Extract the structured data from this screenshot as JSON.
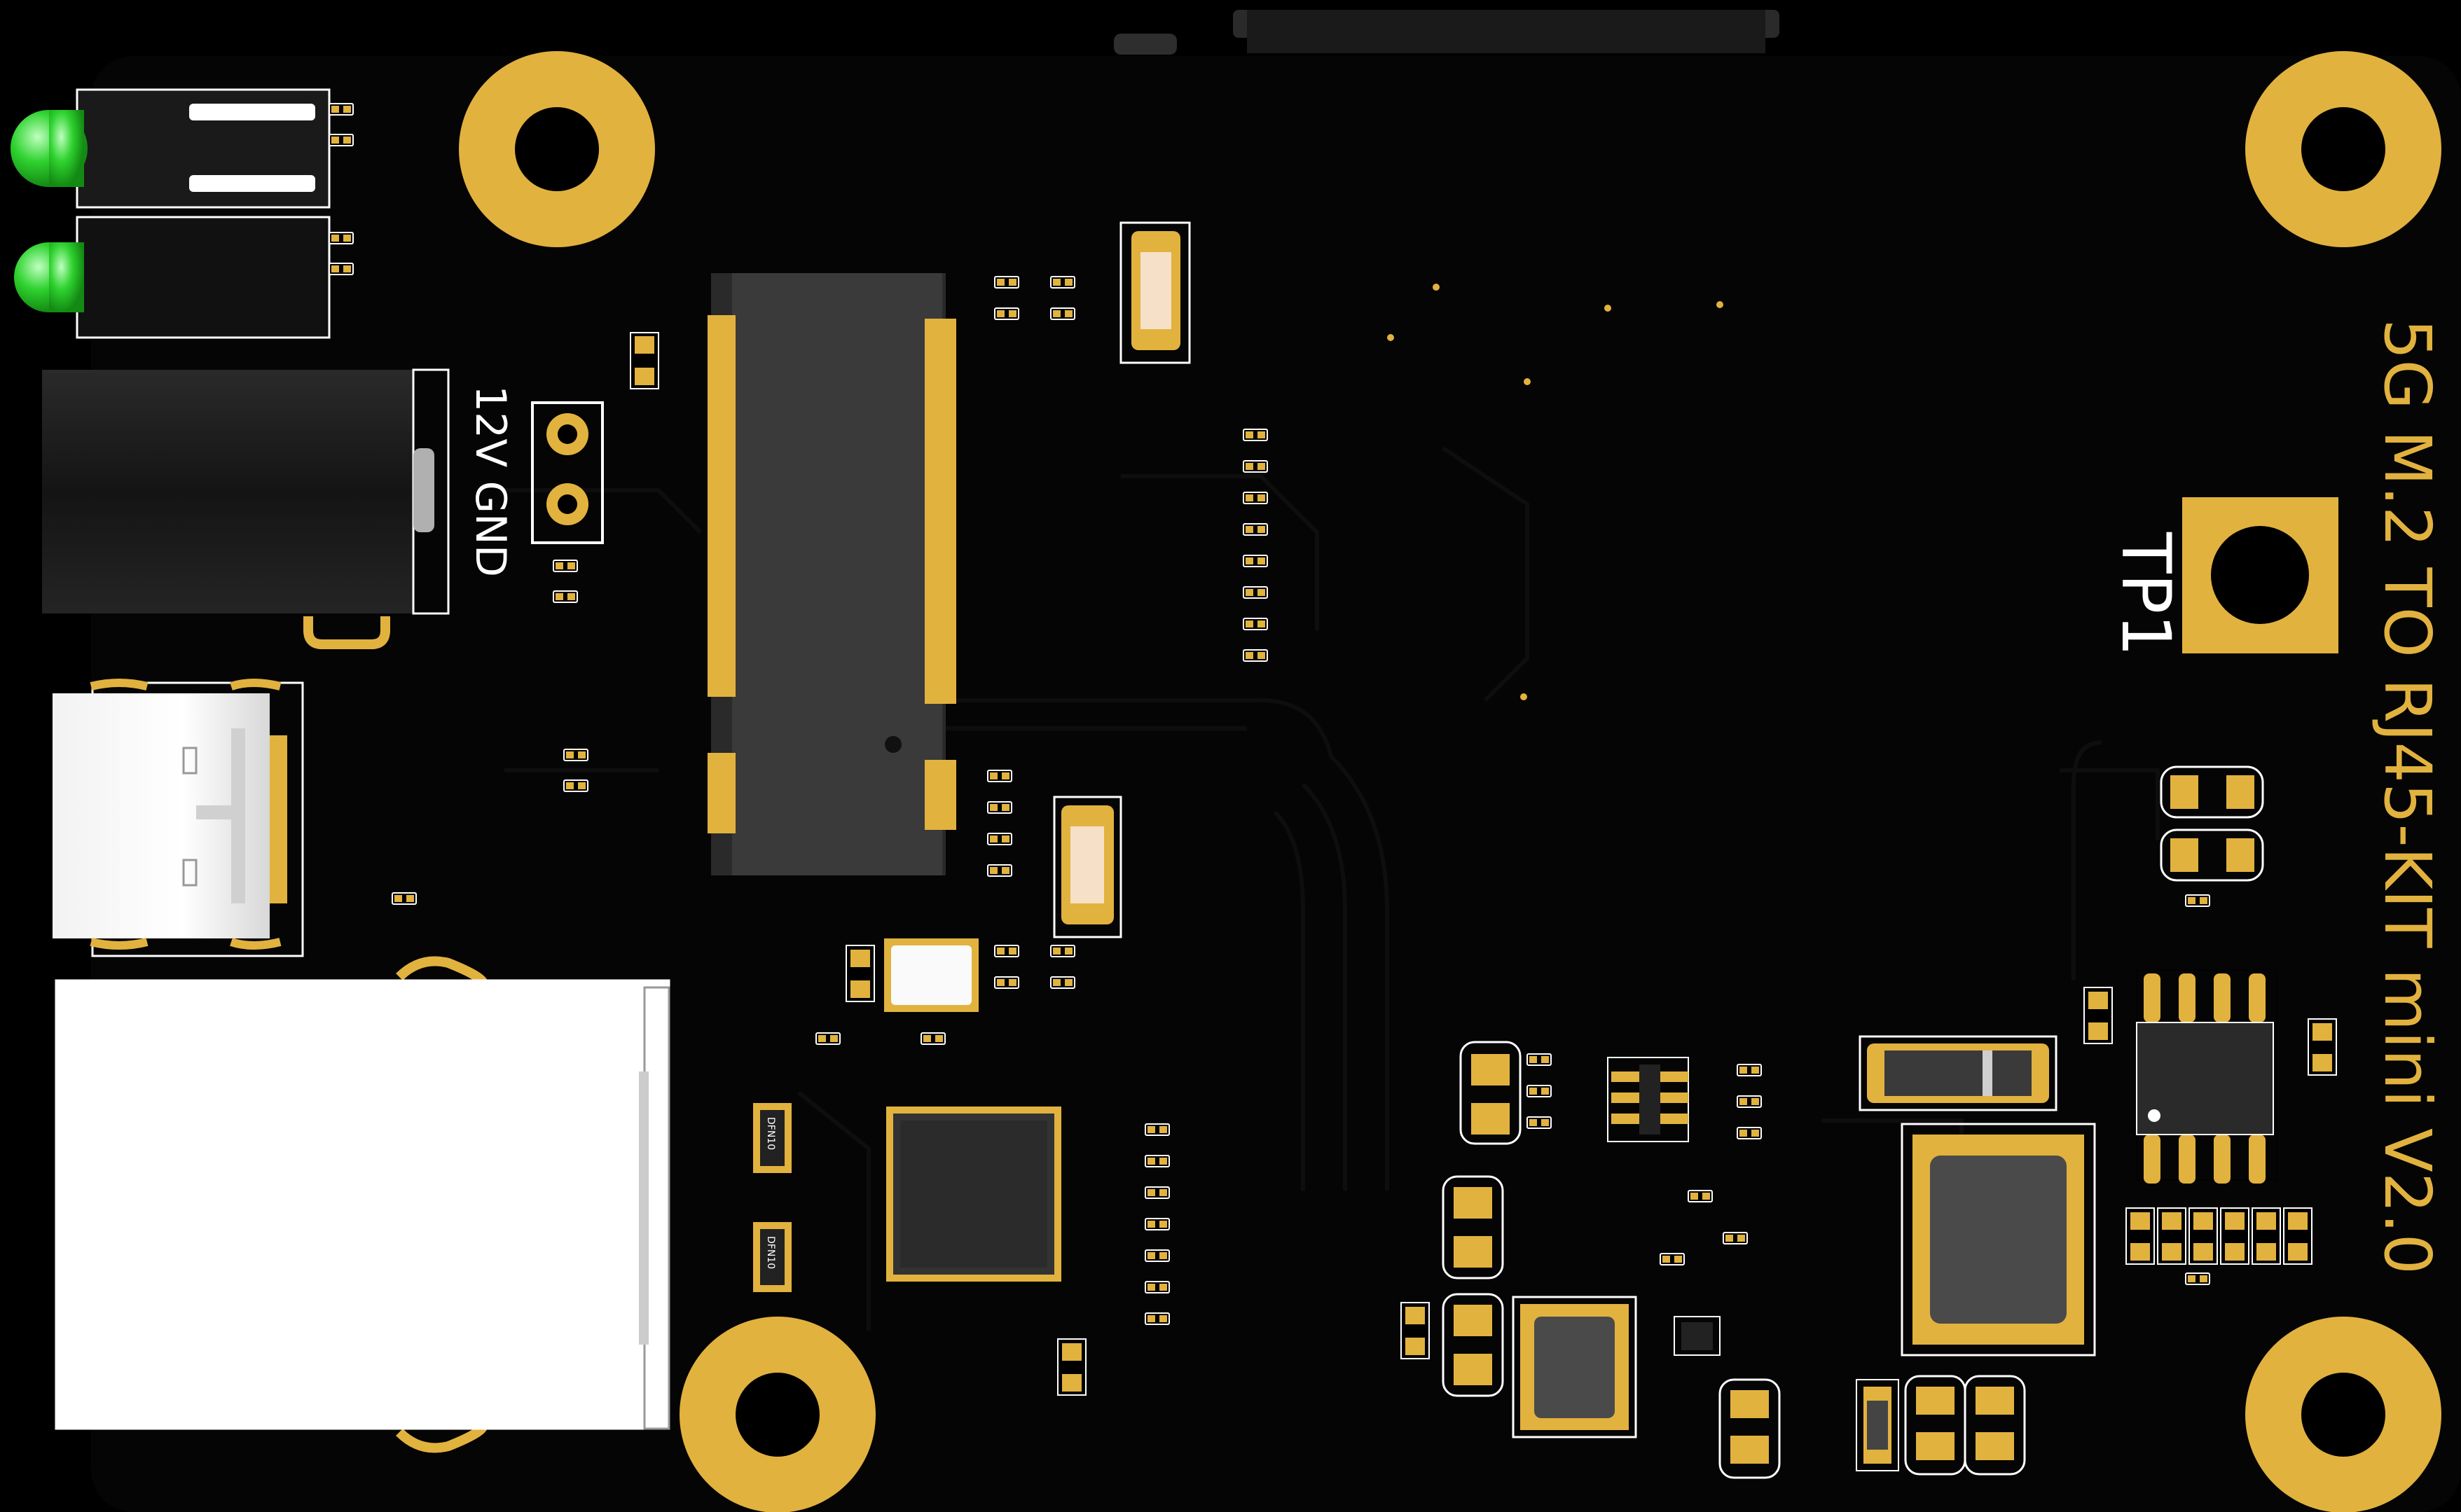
{
  "board": {
    "title": "5G M.2 TO RJ45-KIT mini V2.0",
    "colors": {
      "background": "#000000",
      "solder_mask": "#050505",
      "trace": "#0d0d0d",
      "gold": "#e2b23f",
      "silk": "#ffffff",
      "led_green": "#2fd22f",
      "connector_dark": "#1c1c1c"
    }
  },
  "labels": {
    "power_header": "12V GND",
    "test_point": "TP1",
    "chip_a": "DFN10",
    "chip_b": "DFN10"
  },
  "components": {
    "mounting_holes": [
      "mounting-hole-top-left",
      "mounting-hole-top-right",
      "mounting-hole-bottom-center",
      "mounting-hole-bottom-right"
    ],
    "leds": [
      "led-green-top",
      "led-green-bottom"
    ],
    "connectors": [
      "dc-barrel-jack",
      "usb-c-port",
      "rj45-port",
      "m2-slot"
    ],
    "icons": [
      "mounting-hole-icon",
      "led-icon",
      "chip-icon",
      "inductor-icon"
    ]
  }
}
